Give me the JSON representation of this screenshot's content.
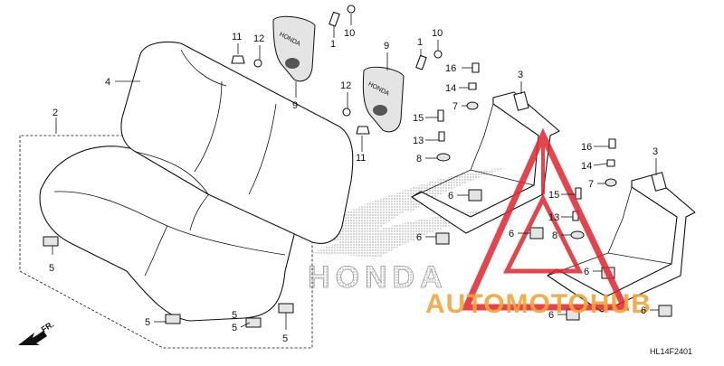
{
  "diagram": {
    "code": "HL14F2401",
    "front_marker": "FR.",
    "background_brand": "HONDA",
    "watermark": "AUTOMOTOHUB",
    "colors": {
      "watermark_red": "#e0242c",
      "watermark_orange": "#f2a53a",
      "ink": "#111111",
      "background": "#ffffff"
    }
  },
  "callouts": [
    "1",
    "1",
    "2",
    "3",
    "3",
    "4",
    "5",
    "5",
    "5",
    "5",
    "5",
    "6",
    "6",
    "6",
    "6",
    "6",
    "6",
    "7",
    "7",
    "8",
    "8",
    "8",
    "9",
    "9",
    "10",
    "10",
    "11",
    "11",
    "12",
    "12",
    "13",
    "13",
    "14",
    "14",
    "15",
    "15",
    "16",
    "16"
  ],
  "emblem_text": [
    "HONDA",
    "HONDA"
  ]
}
